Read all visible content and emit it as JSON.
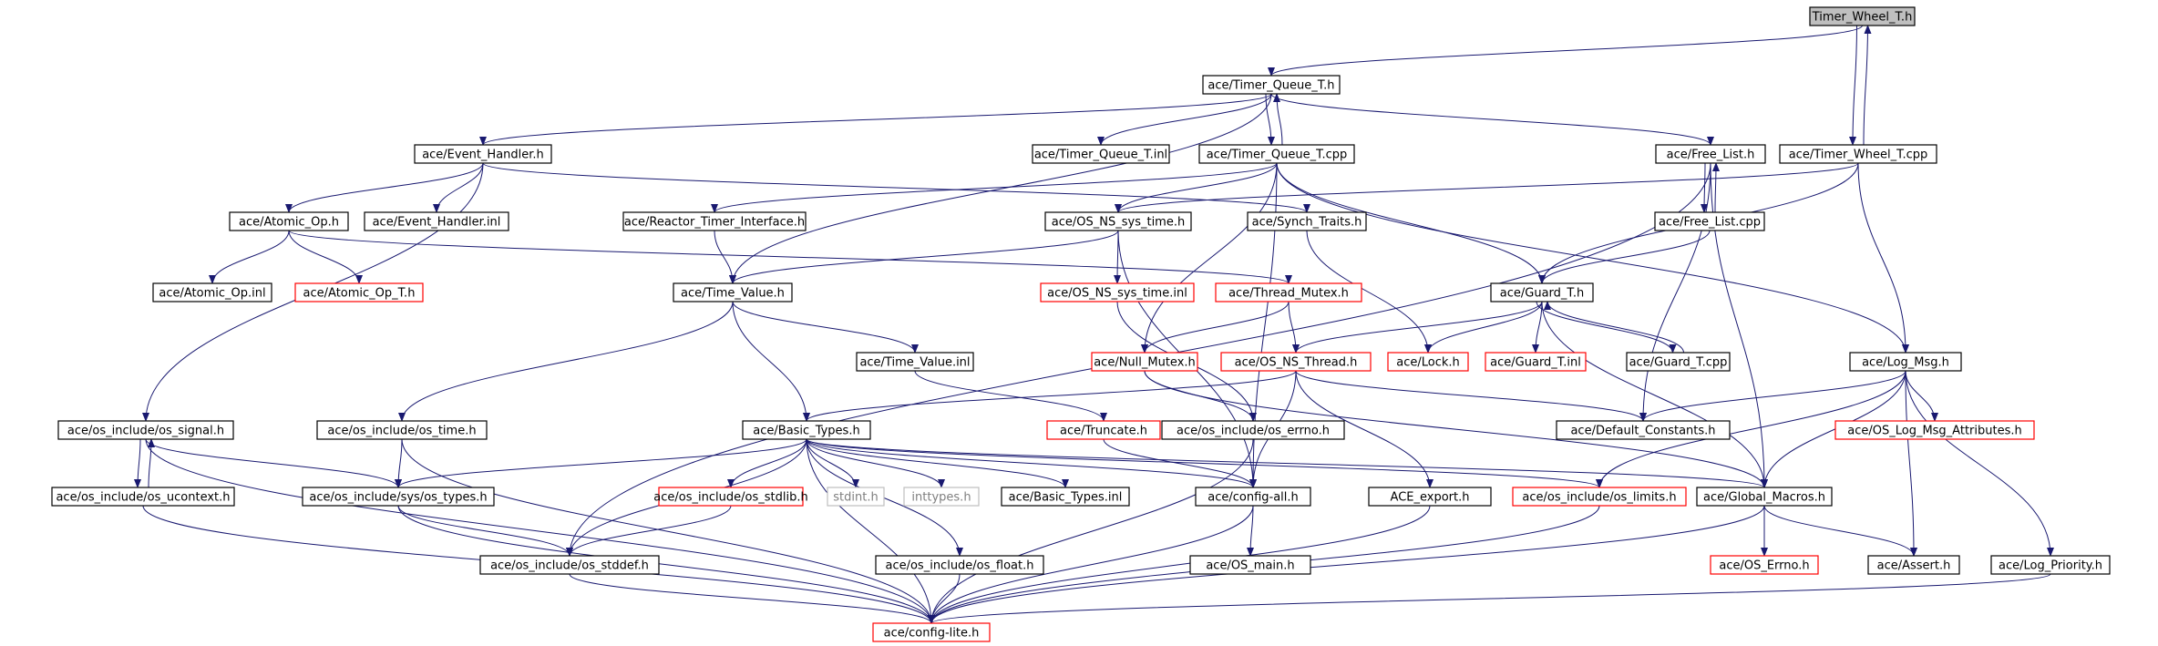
{
  "colors": {
    "edge": "#191970",
    "node_border": "#000000",
    "missing_border": "#ff0000",
    "external_border": "#bfbfbf",
    "root_fill": "#bfbfbf",
    "text": "#000000",
    "external_text": "#7f7f7f"
  },
  "nodes": [
    {
      "id": "twt_h",
      "label": "Timer_Wheel_T.h",
      "kind": "root"
    },
    {
      "id": "tq_h",
      "label": "ace/Timer_Queue_T.h",
      "kind": "normal"
    },
    {
      "id": "eh_h",
      "label": "ace/Event_Handler.h",
      "kind": "normal"
    },
    {
      "id": "tq_inl",
      "label": "ace/Timer_Queue_T.inl",
      "kind": "normal"
    },
    {
      "id": "tq_cpp",
      "label": "ace/Timer_Queue_T.cpp",
      "kind": "normal"
    },
    {
      "id": "fl_h",
      "label": "ace/Free_List.h",
      "kind": "normal"
    },
    {
      "id": "twt_cpp",
      "label": "ace/Timer_Wheel_T.cpp",
      "kind": "normal"
    },
    {
      "id": "ao_h",
      "label": "ace/Atomic_Op.h",
      "kind": "normal"
    },
    {
      "id": "eh_inl",
      "label": "ace/Event_Handler.inl",
      "kind": "normal"
    },
    {
      "id": "rti_h",
      "label": "ace/Reactor_Timer_Interface.h",
      "kind": "normal"
    },
    {
      "id": "osst_h",
      "label": "ace/OS_NS_sys_time.h",
      "kind": "normal"
    },
    {
      "id": "st_h",
      "label": "ace/Synch_Traits.h",
      "kind": "normal"
    },
    {
      "id": "fl_cpp",
      "label": "ace/Free_List.cpp",
      "kind": "normal"
    },
    {
      "id": "ao_inl",
      "label": "ace/Atomic_Op.inl",
      "kind": "normal"
    },
    {
      "id": "aot_h",
      "label": "ace/Atomic_Op_T.h",
      "kind": "missing"
    },
    {
      "id": "tv_h",
      "label": "ace/Time_Value.h",
      "kind": "normal"
    },
    {
      "id": "osst_inl",
      "label": "ace/OS_NS_sys_time.inl",
      "kind": "missing"
    },
    {
      "id": "tm_h",
      "label": "ace/Thread_Mutex.h",
      "kind": "missing"
    },
    {
      "id": "gt_h",
      "label": "ace/Guard_T.h",
      "kind": "normal"
    },
    {
      "id": "tv_inl",
      "label": "ace/Time_Value.inl",
      "kind": "normal"
    },
    {
      "id": "nm_h",
      "label": "ace/Null_Mutex.h",
      "kind": "missing"
    },
    {
      "id": "osnt_h",
      "label": "ace/OS_NS_Thread.h",
      "kind": "missing"
    },
    {
      "id": "lock_h",
      "label": "ace/Lock.h",
      "kind": "missing"
    },
    {
      "id": "gt_inl",
      "label": "ace/Guard_T.inl",
      "kind": "missing"
    },
    {
      "id": "gt_cpp",
      "label": "ace/Guard_T.cpp",
      "kind": "normal"
    },
    {
      "id": "lm_h",
      "label": "ace/Log_Msg.h",
      "kind": "normal"
    },
    {
      "id": "ossig_h",
      "label": "ace/os_include/os_signal.h",
      "kind": "normal"
    },
    {
      "id": "ostime_h",
      "label": "ace/os_include/os_time.h",
      "kind": "normal"
    },
    {
      "id": "bt_h",
      "label": "ace/Basic_Types.h",
      "kind": "normal"
    },
    {
      "id": "trunc_h",
      "label": "ace/Truncate.h",
      "kind": "missing"
    },
    {
      "id": "oserr_h",
      "label": "ace/os_include/os_errno.h",
      "kind": "normal"
    },
    {
      "id": "dc_h",
      "label": "ace/Default_Constants.h",
      "kind": "normal"
    },
    {
      "id": "lma_h",
      "label": "ace/OS_Log_Msg_Attributes.h",
      "kind": "missing"
    },
    {
      "id": "osuc_h",
      "label": "ace/os_include/os_ucontext.h",
      "kind": "normal"
    },
    {
      "id": "ostypes_h",
      "label": "ace/os_include/sys/os_types.h",
      "kind": "normal"
    },
    {
      "id": "osstdlib_h",
      "label": "ace/os_include/os_stdlib.h",
      "kind": "missing"
    },
    {
      "id": "stdint_h",
      "label": "stdint.h",
      "kind": "external"
    },
    {
      "id": "inttypes_h",
      "label": "inttypes.h",
      "kind": "external"
    },
    {
      "id": "bt_inl",
      "label": "ace/Basic_Types.inl",
      "kind": "normal"
    },
    {
      "id": "ca_h",
      "label": "ace/config-all.h",
      "kind": "normal"
    },
    {
      "id": "ace_export_h",
      "label": "ACE_export.h",
      "kind": "normal"
    },
    {
      "id": "oslim_h",
      "label": "ace/os_include/os_limits.h",
      "kind": "missing"
    },
    {
      "id": "gm_h",
      "label": "ace/Global_Macros.h",
      "kind": "normal"
    },
    {
      "id": "osstddef_h",
      "label": "ace/os_include/os_stddef.h",
      "kind": "normal"
    },
    {
      "id": "osfloat_h",
      "label": "ace/os_include/os_float.h",
      "kind": "normal"
    },
    {
      "id": "osmain_h",
      "label": "ace/OS_main.h",
      "kind": "normal"
    },
    {
      "id": "oserrno_h",
      "label": "ace/OS_Errno.h",
      "kind": "missing"
    },
    {
      "id": "assert_h",
      "label": "ace/Assert.h",
      "kind": "normal"
    },
    {
      "id": "lp_h",
      "label": "ace/Log_Priority.h",
      "kind": "normal"
    },
    {
      "id": "cl_h",
      "label": "ace/config-lite.h",
      "kind": "missing"
    }
  ],
  "edges": [
    [
      "twt_h",
      "tq_h"
    ],
    [
      "twt_h",
      "twt_cpp"
    ],
    [
      "twt_cpp",
      "twt_h"
    ],
    [
      "tq_h",
      "eh_h"
    ],
    [
      "tq_h",
      "tq_inl"
    ],
    [
      "tq_h",
      "tq_cpp"
    ],
    [
      "tq_cpp",
      "tq_h"
    ],
    [
      "tq_h",
      "fl_h"
    ],
    [
      "tq_h",
      "tv_h"
    ],
    [
      "eh_h",
      "ao_h"
    ],
    [
      "eh_h",
      "eh_inl"
    ],
    [
      "eh_h",
      "st_h"
    ],
    [
      "eh_h",
      "ossig_h"
    ],
    [
      "tq_cpp",
      "rti_h"
    ],
    [
      "tq_cpp",
      "osst_h"
    ],
    [
      "tq_cpp",
      "gt_h"
    ],
    [
      "tq_cpp",
      "nm_h"
    ],
    [
      "tq_cpp",
      "lm_h"
    ],
    [
      "tq_cpp",
      "ca_h"
    ],
    [
      "fl_h",
      "fl_cpp"
    ],
    [
      "fl_cpp",
      "fl_h"
    ],
    [
      "fl_h",
      "osstddef_h"
    ],
    [
      "fl_h",
      "dc_h"
    ],
    [
      "fl_h",
      "gm_h"
    ],
    [
      "twt_cpp",
      "osst_h"
    ],
    [
      "twt_cpp",
      "gt_h"
    ],
    [
      "twt_cpp",
      "lm_h"
    ],
    [
      "ao_h",
      "ao_inl"
    ],
    [
      "ao_h",
      "aot_h"
    ],
    [
      "ao_h",
      "tm_h"
    ],
    [
      "rti_h",
      "tv_h"
    ],
    [
      "osst_h",
      "tv_h"
    ],
    [
      "osst_h",
      "osst_inl"
    ],
    [
      "osst_h",
      "ca_h"
    ],
    [
      "st_h",
      "lock_h"
    ],
    [
      "fl_cpp",
      "gt_h"
    ],
    [
      "tm_h",
      "nm_h"
    ],
    [
      "tm_h",
      "osnt_h"
    ],
    [
      "tv_h",
      "tv_inl"
    ],
    [
      "tv_h",
      "bt_h"
    ],
    [
      "tv_h",
      "ostime_h"
    ],
    [
      "osst_inl",
      "oserr_h"
    ],
    [
      "gt_h",
      "lock_h"
    ],
    [
      "gt_h",
      "gt_inl"
    ],
    [
      "gt_h",
      "gt_cpp"
    ],
    [
      "gt_cpp",
      "gt_h"
    ],
    [
      "gt_h",
      "osnt_h"
    ],
    [
      "gt_h",
      "gm_h"
    ],
    [
      "tv_inl",
      "trunc_h"
    ],
    [
      "nm_h",
      "oserr_h"
    ],
    [
      "nm_h",
      "gm_h"
    ],
    [
      "osnt_h",
      "bt_h"
    ],
    [
      "osnt_h",
      "dc_h"
    ],
    [
      "osnt_h",
      "ace_export_h"
    ],
    [
      "osnt_h",
      "ca_h"
    ],
    [
      "lm_h",
      "dc_h"
    ],
    [
      "lm_h",
      "lma_h"
    ],
    [
      "lm_h",
      "oslim_h"
    ],
    [
      "lm_h",
      "gm_h"
    ],
    [
      "lm_h",
      "assert_h"
    ],
    [
      "lm_h",
      "lp_h"
    ],
    [
      "ossig_h",
      "osuc_h"
    ],
    [
      "osuc_h",
      "ossig_h"
    ],
    [
      "ossig_h",
      "ostypes_h"
    ],
    [
      "ossig_h",
      "cl_h"
    ],
    [
      "ostime_h",
      "ostypes_h"
    ],
    [
      "ostime_h",
      "cl_h"
    ],
    [
      "bt_h",
      "ostypes_h"
    ],
    [
      "bt_h",
      "osstdlib_h"
    ],
    [
      "bt_h",
      "stdint_h"
    ],
    [
      "bt_h",
      "inttypes_h"
    ],
    [
      "bt_h",
      "bt_inl"
    ],
    [
      "bt_h",
      "ca_h"
    ],
    [
      "bt_h",
      "oslim_h"
    ],
    [
      "bt_h",
      "gm_h"
    ],
    [
      "bt_h",
      "osstddef_h"
    ],
    [
      "bt_h",
      "osfloat_h"
    ],
    [
      "bt_h",
      "cl_h"
    ],
    [
      "trunc_h",
      "ca_h"
    ],
    [
      "oserr_h",
      "cl_h"
    ],
    [
      "osuc_h",
      "cl_h"
    ],
    [
      "ostypes_h",
      "osstddef_h"
    ],
    [
      "ostypes_h",
      "cl_h"
    ],
    [
      "osstdlib_h",
      "osstddef_h"
    ],
    [
      "ca_h",
      "osmain_h"
    ],
    [
      "ca_h",
      "cl_h"
    ],
    [
      "ace_export_h",
      "cl_h"
    ],
    [
      "oslim_h",
      "cl_h"
    ],
    [
      "gm_h",
      "oserrno_h"
    ],
    [
      "gm_h",
      "assert_h"
    ],
    [
      "gm_h",
      "cl_h"
    ],
    [
      "osstddef_h",
      "cl_h"
    ],
    [
      "osfloat_h",
      "cl_h"
    ],
    [
      "lp_h",
      "cl_h"
    ]
  ]
}
